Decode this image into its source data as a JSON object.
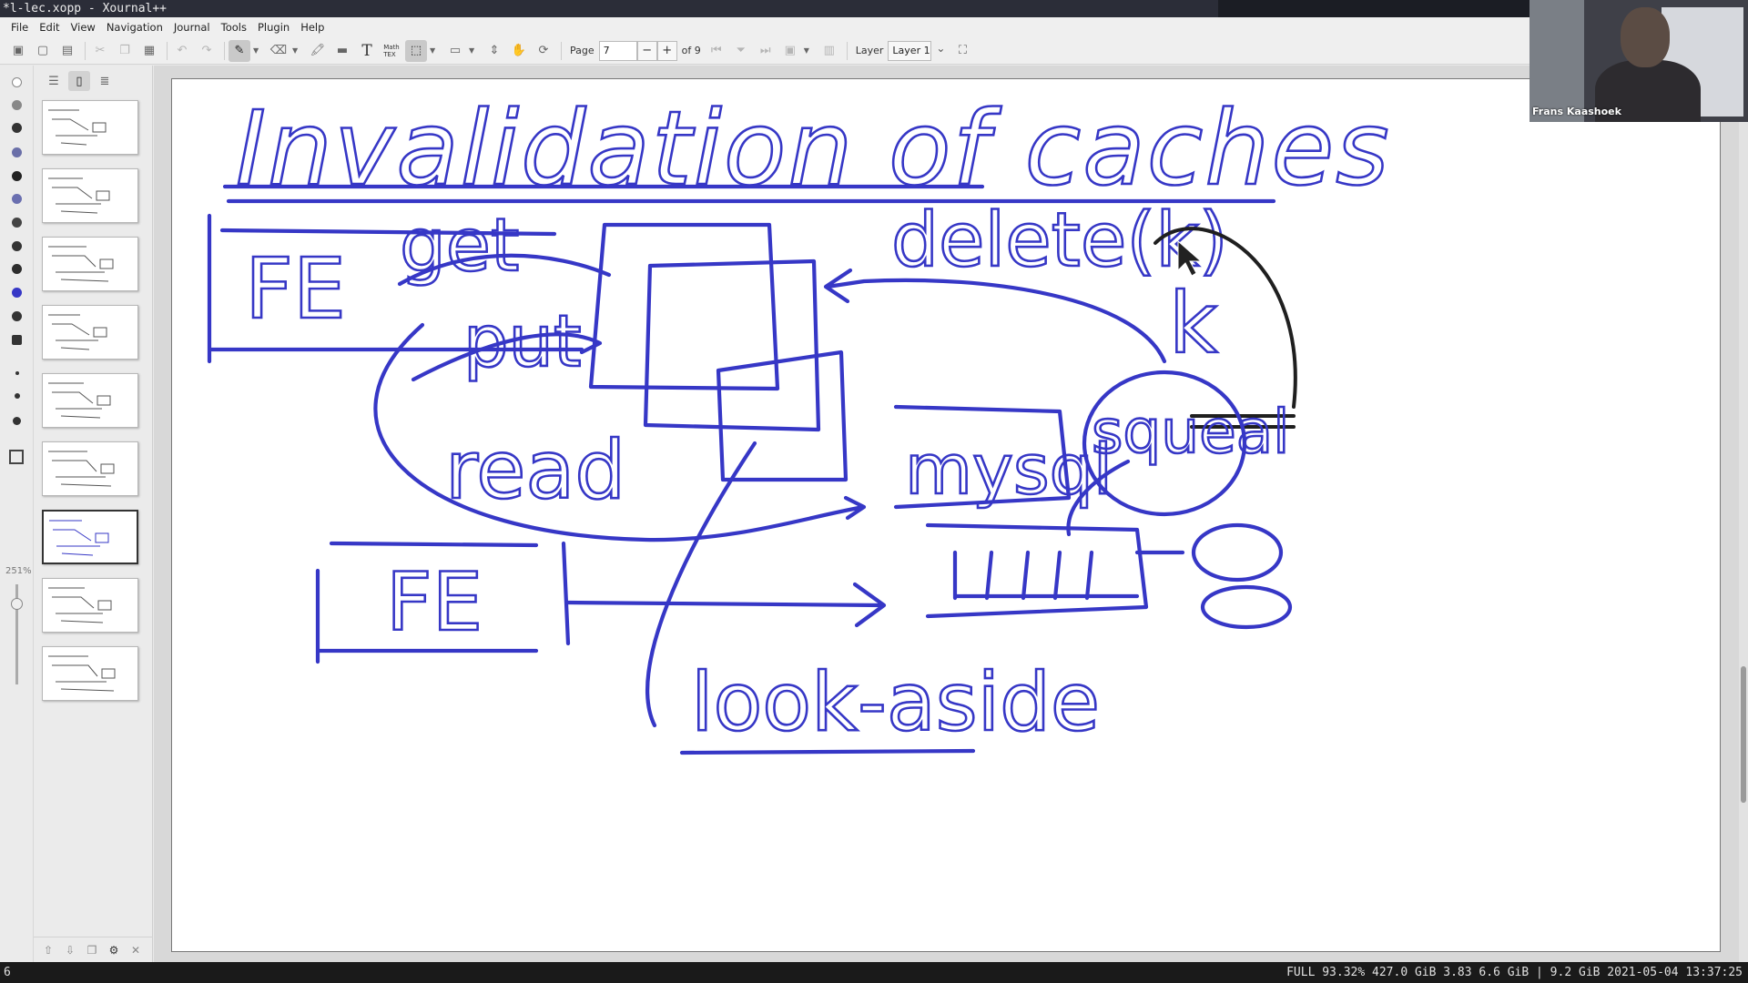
{
  "window": {
    "title": "*l-lec.xopp - Xournal++"
  },
  "menu": [
    "File",
    "Edit",
    "View",
    "Navigation",
    "Journal",
    "Tools",
    "Plugin",
    "Help"
  ],
  "toolbar": {
    "page_label": "Page",
    "page_value": "7",
    "page_total": "of 9",
    "layer_label": "Layer",
    "layer_value": "Layer 1",
    "zoom_readout": "251%"
  },
  "sidebar": {
    "thumbnail_count": 9,
    "current_page": 7
  },
  "video": {
    "participant_name": "Frans Kaashoek"
  },
  "status": {
    "left": "6",
    "right": "FULL 93.32% 427.0 GiB 3.83 6.6 GiB | 9.2 GiB 2021-05-04 13:37:25"
  },
  "note": {
    "title": "Invalidation of caches",
    "fe_top": "FE",
    "fe_bottom": "FE",
    "get_label": "get",
    "put_label": "put",
    "read_label": "read",
    "delete_label": "delete(k)",
    "k_label": "k",
    "mysql_label": "mysql",
    "squeal_label": "squeal",
    "lookaside_label": "look-aside"
  },
  "colors": {
    "ink": "#3637c6",
    "accent_ink": "#1f1f1f"
  }
}
